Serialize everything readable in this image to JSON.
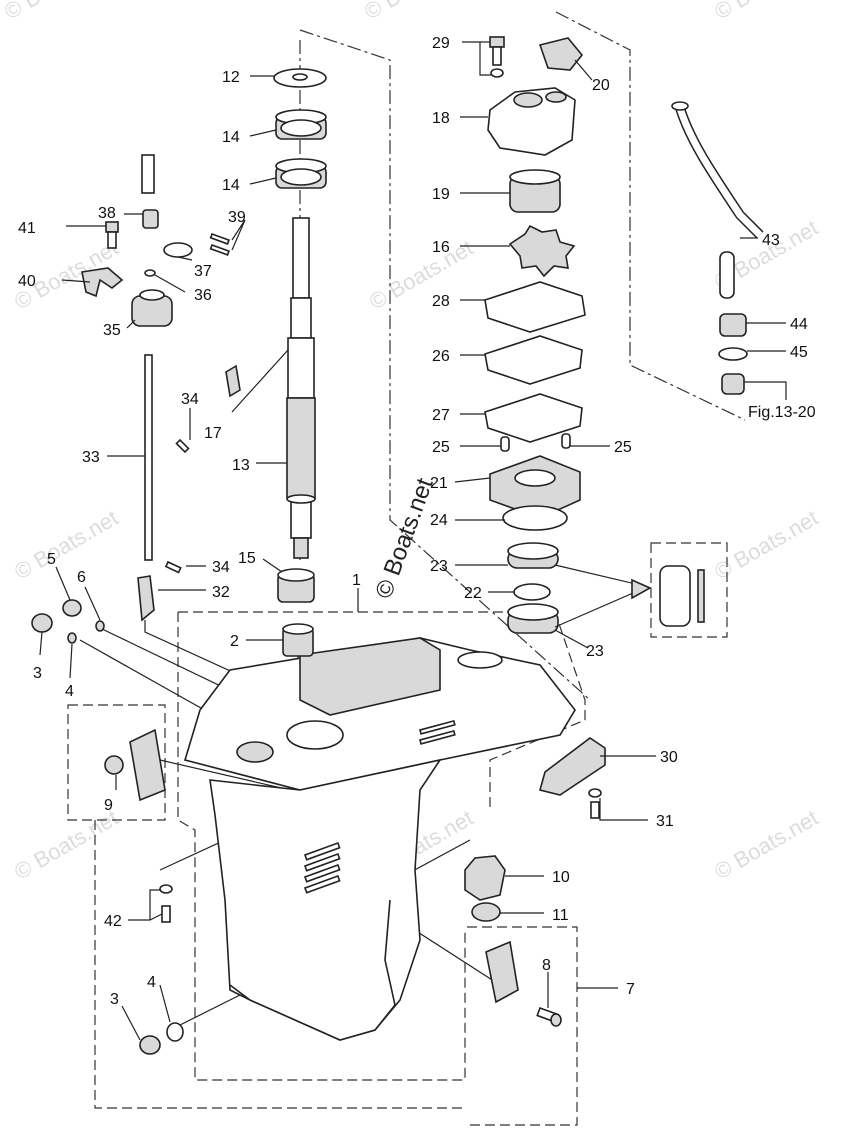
{
  "watermarks": {
    "text": "© Boats.net",
    "center_text": "© Boats.net"
  },
  "callouts": [
    {
      "id": "c12",
      "text": "12"
    },
    {
      "id": "c14a",
      "text": "14"
    },
    {
      "id": "c14b",
      "text": "14"
    },
    {
      "id": "c13",
      "text": "13"
    },
    {
      "id": "c15",
      "text": "15"
    },
    {
      "id": "c17",
      "text": "17"
    },
    {
      "id": "c33",
      "text": "33"
    },
    {
      "id": "c34a",
      "text": "34"
    },
    {
      "id": "c34b",
      "text": "34"
    },
    {
      "id": "c32",
      "text": "32"
    },
    {
      "id": "c38",
      "text": "38"
    },
    {
      "id": "c39",
      "text": "39"
    },
    {
      "id": "c41",
      "text": "41"
    },
    {
      "id": "c37",
      "text": "37"
    },
    {
      "id": "c40",
      "text": "40"
    },
    {
      "id": "c36",
      "text": "36"
    },
    {
      "id": "c35",
      "text": "35"
    },
    {
      "id": "c29",
      "text": "29"
    },
    {
      "id": "c20",
      "text": "20"
    },
    {
      "id": "c18",
      "text": "18"
    },
    {
      "id": "c19",
      "text": "19"
    },
    {
      "id": "c16",
      "text": "16"
    },
    {
      "id": "c28",
      "text": "28"
    },
    {
      "id": "c26",
      "text": "26"
    },
    {
      "id": "c27",
      "text": "27"
    },
    {
      "id": "c25a",
      "text": "25"
    },
    {
      "id": "c25b",
      "text": "25"
    },
    {
      "id": "c21",
      "text": "21"
    },
    {
      "id": "c24",
      "text": "24"
    },
    {
      "id": "c23a",
      "text": "23"
    },
    {
      "id": "c22",
      "text": "22"
    },
    {
      "id": "c23b",
      "text": "23"
    },
    {
      "id": "c43",
      "text": "43"
    },
    {
      "id": "c44",
      "text": "44"
    },
    {
      "id": "c45",
      "text": "45"
    },
    {
      "id": "cfig",
      "text": "Fig.13-20"
    },
    {
      "id": "c1",
      "text": "1"
    },
    {
      "id": "c2",
      "text": "2"
    },
    {
      "id": "c5",
      "text": "5"
    },
    {
      "id": "c6",
      "text": "6"
    },
    {
      "id": "c3a",
      "text": "3"
    },
    {
      "id": "c4a",
      "text": "4"
    },
    {
      "id": "c9",
      "text": "9"
    },
    {
      "id": "c30",
      "text": "30"
    },
    {
      "id": "c31",
      "text": "31"
    },
    {
      "id": "c10",
      "text": "10"
    },
    {
      "id": "c11",
      "text": "11"
    },
    {
      "id": "c42",
      "text": "42"
    },
    {
      "id": "c8",
      "text": "8"
    },
    {
      "id": "c7",
      "text": "7"
    },
    {
      "id": "c4b",
      "text": "4"
    },
    {
      "id": "c3b",
      "text": "3"
    }
  ]
}
